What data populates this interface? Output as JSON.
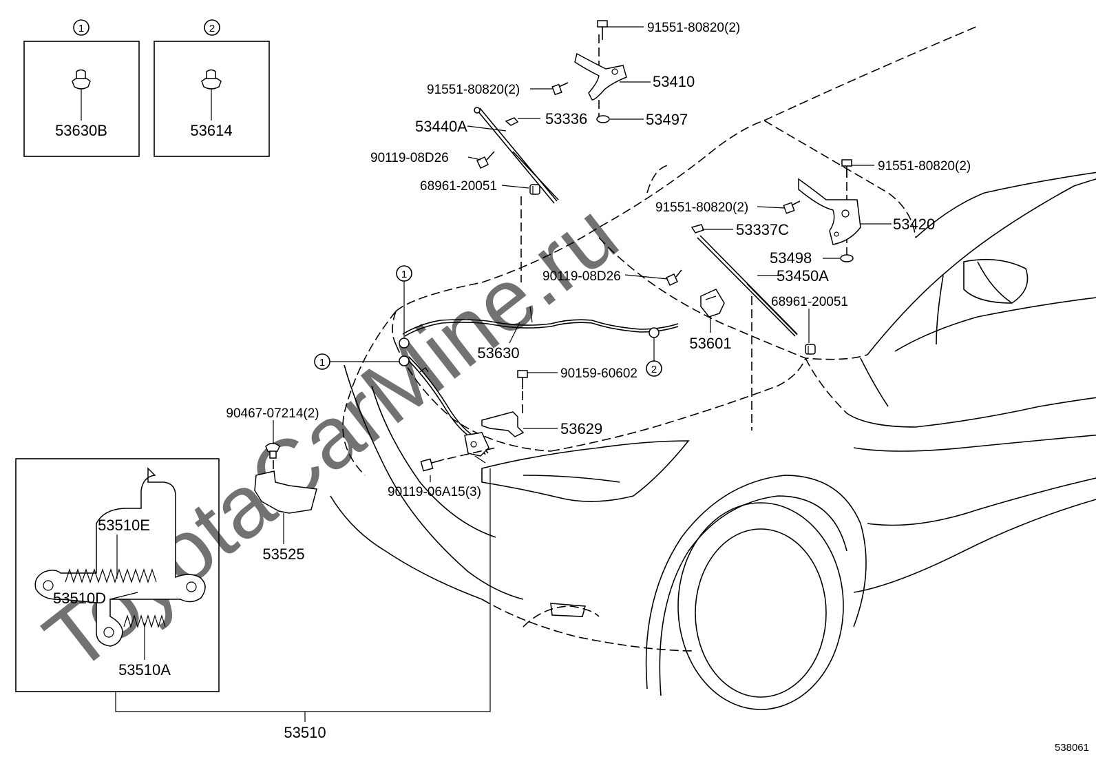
{
  "diagram": {
    "figure_number": "538061",
    "watermark": "ToyotaCarMine.ru",
    "ref_markers": {
      "one": "①",
      "two": "②",
      "one_plain": "1",
      "two_plain": "2"
    },
    "detail_boxes": [
      {
        "marker": "①",
        "part": "53630B"
      },
      {
        "marker": "②",
        "part": "53614"
      }
    ],
    "latch_inset": {
      "parts": [
        "53510E",
        "53510D",
        "53510A"
      ],
      "assembly": "53510"
    },
    "part_labels": {
      "bolt_top": "91551-80820(2)",
      "hinge_left": "53410",
      "bolt_hinge_left": "91551-80820(2)",
      "washer_left": "53497",
      "stay_bracket": "53336",
      "support_left": "53440A",
      "bolt_support_left": "90119-08D26",
      "cushion_left": "68961-20051",
      "bolt_right_top": "91551-80820(2)",
      "bolt_hinge_right": "91551-80820(2)",
      "hinge_right": "53420",
      "bracket_right": "53337C",
      "washer_right": "53498",
      "bolt_support_right": "90119-08D26",
      "support_right": "53450A",
      "cushion_right": "68961-20051",
      "lever": "53601",
      "release_cable": "53630",
      "screw_guide": "90159-60602",
      "cable_guide": "53629",
      "clip": "90467-07214(2)",
      "seal": "53525",
      "bolt_lock": "90119-06A15(3)"
    }
  }
}
